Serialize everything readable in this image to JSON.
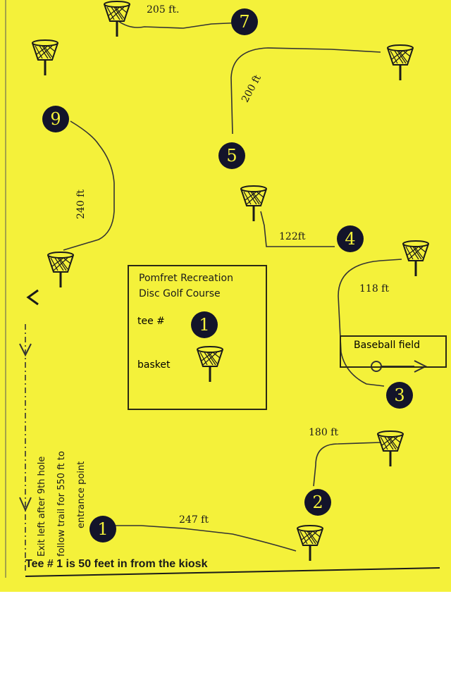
{
  "legend": {
    "title_line1": "Pomfret Recreation",
    "title_line2": "Disc Golf Course",
    "tee_label": "tee #",
    "tee_number": "1",
    "basket_label": "basket"
  },
  "tees": [
    "1",
    "2",
    "3",
    "4",
    "5",
    "7",
    "9"
  ],
  "distances": {
    "hole1": "247 ft",
    "hole2": "180 ft",
    "hole3": "118 ft",
    "hole4": "122ft",
    "hole5": "200 ft",
    "hole7": "205 ft.",
    "hole9": "240 ft"
  },
  "baseball_field": "Baseball field",
  "exit_note_line1": "Exit left after 9th hole",
  "exit_note_line2": "follow trail for 550 ft to",
  "exit_note_line3": "entrance point",
  "footer": "Tee # 1 is 50 feet in from the kiosk",
  "colors": {
    "paper": "#f4f13a",
    "ink": "#13142a"
  }
}
